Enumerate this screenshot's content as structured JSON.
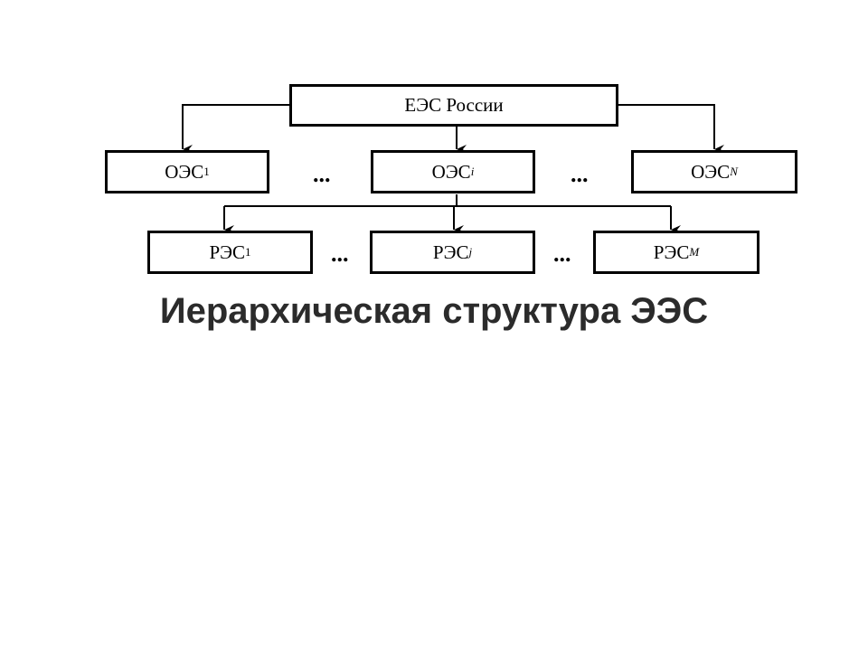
{
  "diagram": {
    "root": {
      "label": "ЕЭС России"
    },
    "level1": [
      {
        "base": "ОЭС",
        "sub": "1",
        "italic": false
      },
      {
        "base": "ОЭС",
        "sub": "i",
        "italic": true
      },
      {
        "base": "ОЭС",
        "sub": "N",
        "italic": true
      }
    ],
    "level2": [
      {
        "base": "РЭС",
        "sub": "1",
        "italic": false
      },
      {
        "base": "РЭС",
        "sub": "j",
        "italic": true
      },
      {
        "base": "РЭС",
        "sub": "M",
        "italic": true
      }
    ],
    "ellipsis": "...",
    "caption": "Иерархическая структура ЭЭС"
  }
}
